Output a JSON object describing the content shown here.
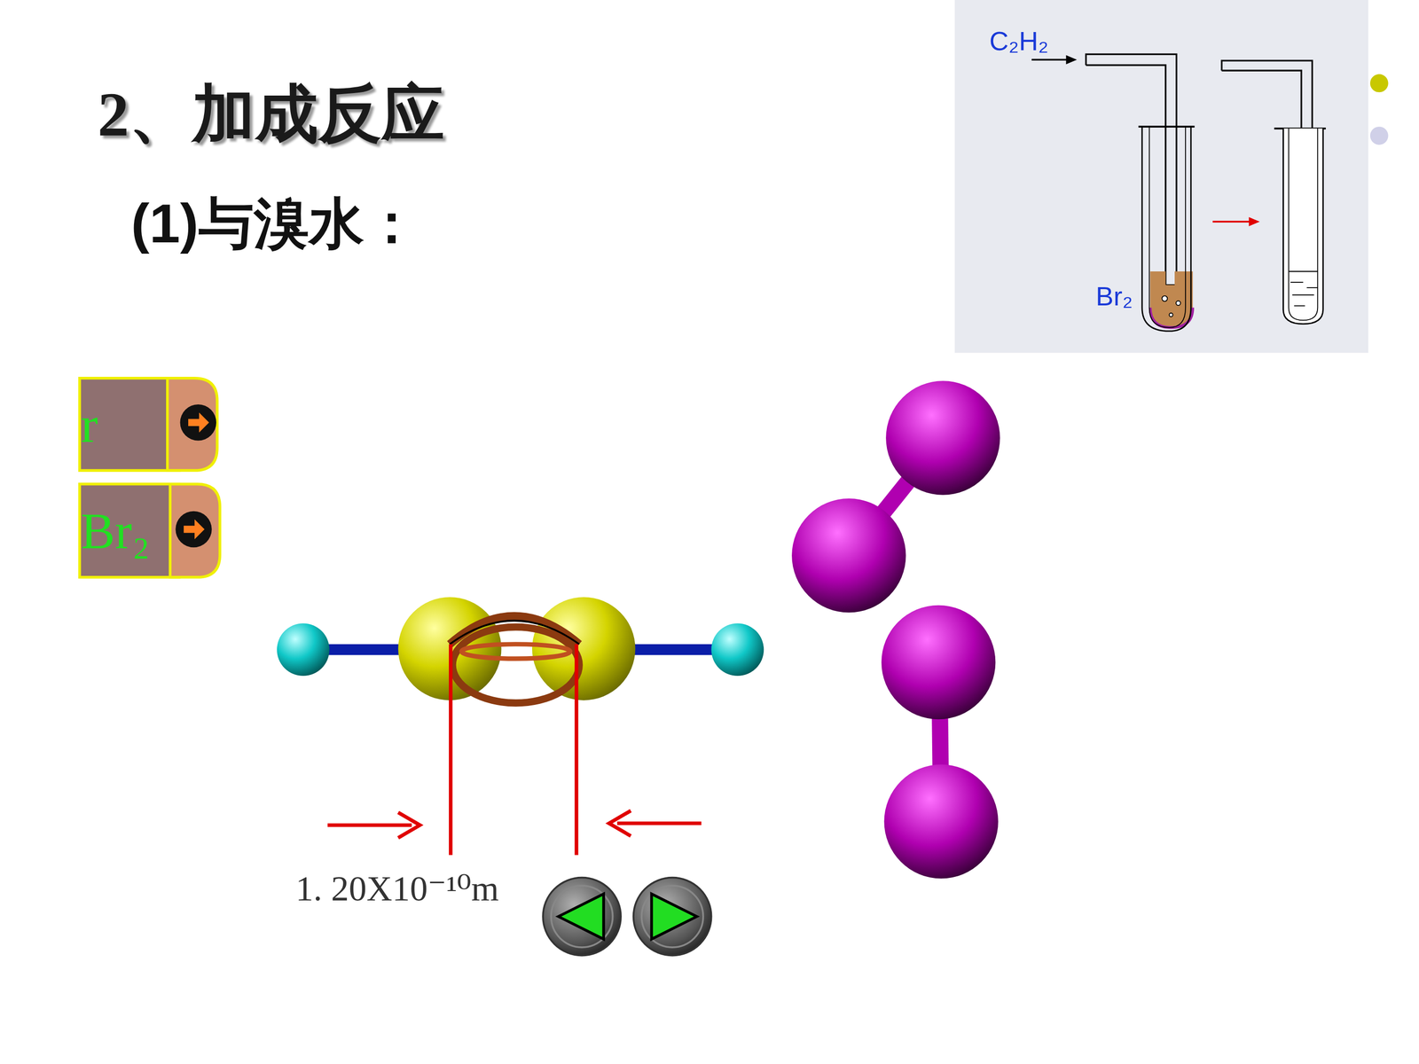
{
  "diagram": {
    "title": "2、加成反应",
    "nodes": [
      {
        "text": [
          "r"
        ]
      },
      {
        "text": [
          "Br₂"
        ]
      }
    ],
    "labels": [
      "(1)与溴水：",
      "C₂H₂",
      "Br₂",
      "1. 20X10⁻¹⁰m"
    ]
  }
}
